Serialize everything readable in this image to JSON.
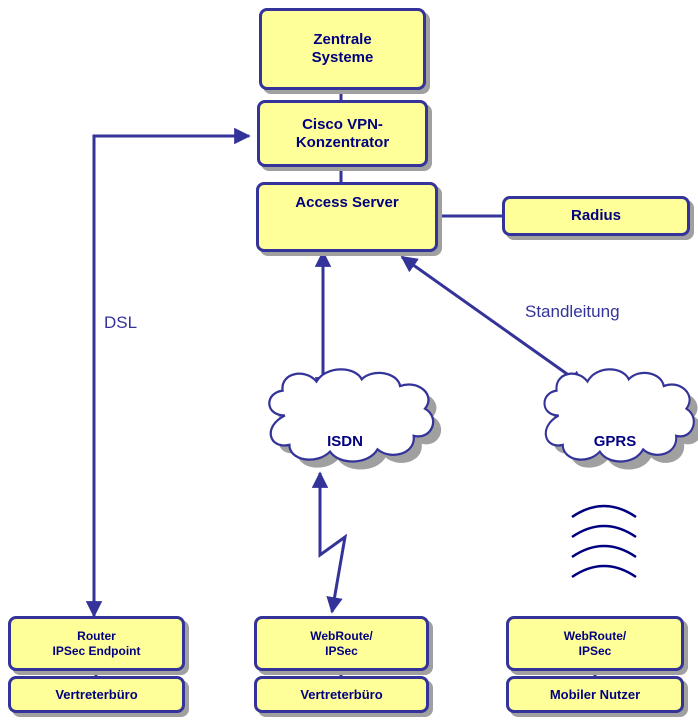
{
  "nodes": {
    "zentrale": {
      "line1": "Zentrale",
      "line2": "Systeme"
    },
    "vpn": {
      "line1": "Cisco VPN-",
      "line2": "Konzentrator"
    },
    "access": {
      "label": "Access Server"
    },
    "radius": {
      "label": "Radius"
    },
    "router": {
      "line1": "Router",
      "line2": "IPSec Endpoint"
    },
    "webroute1": {
      "line1": "WebRoute/",
      "line2": "IPSec"
    },
    "webroute2": {
      "line1": "WebRoute/",
      "line2": "IPSec"
    },
    "site1": {
      "label": "Vertreterbüro"
    },
    "site2": {
      "label": "Vertreterbüro"
    },
    "site3": {
      "label": "Mobiler Nutzer"
    }
  },
  "clouds": {
    "isdn": {
      "label": "ISDN"
    },
    "gprs": {
      "label": "GPRS"
    }
  },
  "connections": {
    "dsl": {
      "label": "DSL"
    },
    "standleitung": {
      "label": "Standleitung"
    }
  },
  "colors": {
    "box_fill": "#ffff99",
    "box_border": "#333399",
    "line": "#333399",
    "text": "#000080",
    "shadow": "#a0a0a0",
    "cloud_fill": "#ffffff"
  },
  "icons": {
    "wireless": "radio-wave-icon"
  }
}
